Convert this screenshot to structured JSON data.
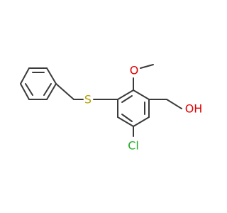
{
  "molecule": {
    "atoms": {
      "s": "S",
      "o_methoxy": "O",
      "oh": "OH",
      "cl": "Cl"
    },
    "colors": {
      "bond": "#3a3a3a",
      "sulfur": "#b5a000",
      "oxygen": "#e00000",
      "chlorine": "#22aa22"
    }
  }
}
